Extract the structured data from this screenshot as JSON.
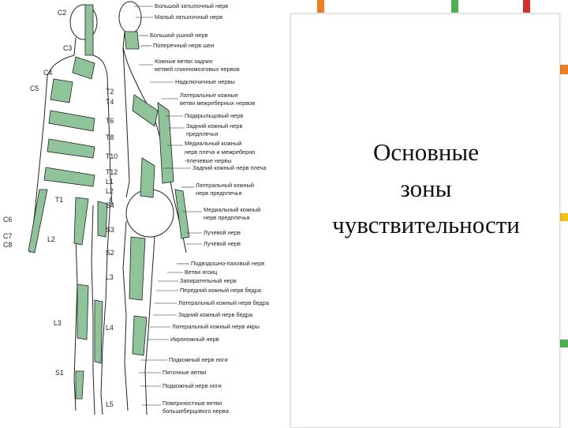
{
  "slide": {
    "title_lines": [
      "Основные",
      "зоны",
      "чувствительности"
    ]
  },
  "colors": {
    "zone_green": "#8fc49b",
    "outline": "#222222",
    "stripe_orange": "#ef7d22",
    "stripe_green": "#4caf50",
    "stripe_red": "#d32f2f",
    "stripe_yellow": "#f4c20d",
    "panel_border": "#d9d9d9"
  },
  "figure": {
    "segment_labels": {
      "front_left": [
        "C2",
        "C3",
        "C4",
        "C5",
        "C6",
        "C7",
        "C8",
        "L2",
        "L3",
        "L5",
        "S1"
      ],
      "front_right": [
        "T2",
        "T4",
        "T6",
        "T8",
        "T10",
        "T12",
        "L1",
        "L2",
        "S4",
        "S3",
        "S2",
        "L3",
        "L4",
        "L5"
      ],
      "front_left_extra": [
        "T1"
      ]
    },
    "nerve_labels": [
      "Большой затылочный нерв",
      "Малый затылочный нерв",
      "Большой ушной нерв",
      "Поперечный нерв шеи",
      "Кожные ветви задних",
      "ветвей спинномозговых нервов",
      "Надключичные нервы",
      "Латеральные кожные",
      "ветви межреберных нервов",
      "Подкрыльцовый нерв",
      "Задний кожный нерв",
      "предплечья",
      "Медиальный кожный",
      "нерв плеча и межреберно",
      "-плечевые нервы",
      "Задний кожный нерв плеча",
      "Латеральный кожный",
      "нерв предплечья",
      "Медиальный кожный",
      "нерв предплечья",
      "Лучевой нерв",
      "Лучевой нерв",
      "Подвздошно-паховый нерв",
      "Ветви ягоиц",
      "Запиратепьный нерв",
      "Передний кожный нерв бедра",
      "Латеральный кожный нерв бедра",
      "Задний кожный нерв бедра",
      "Латеральный кожный нерв икры",
      "Икроножный нерв",
      "Подкожный нерв ноги",
      "Пяточные ветви",
      "Подкожный нерв ноги",
      "Поверхностные ветви",
      "большеберцового нерва"
    ]
  }
}
